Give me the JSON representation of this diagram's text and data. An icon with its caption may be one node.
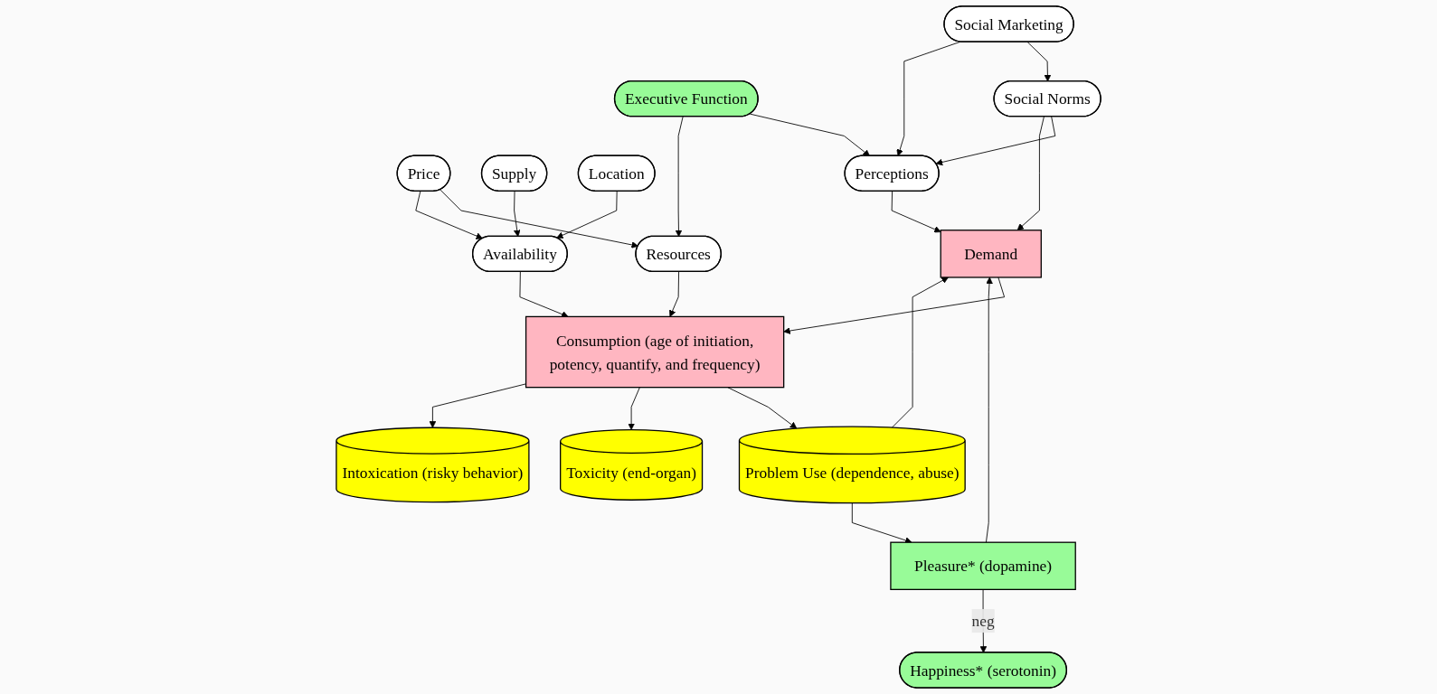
{
  "diagram": {
    "nodes": [
      {
        "text": [
          "Social Marketing"
        ]
      },
      {
        "text": [
          "Executive Function"
        ]
      },
      {
        "text": [
          "Price"
        ]
      },
      {
        "text": [
          "Supply"
        ]
      },
      {
        "text": [
          "Location"
        ]
      },
      {
        "text": [
          "Social Norms"
        ]
      },
      {
        "text": [
          "Perceptions"
        ]
      },
      {
        "text": [
          "Resources"
        ]
      },
      {
        "text": [
          "Availability"
        ]
      },
      {
        "text": [
          "Pleasure* (dopamine)"
        ]
      },
      {
        "text": [
          "Demand"
        ]
      },
      {
        "text": [
          "Consumption (age of initiation, potency, quantify, and frequency)"
        ]
      },
      {
        "text": [
          "Happiness* (serotonin)"
        ]
      },
      {
        "text": [
          "Problem Use (dependence, abuse)"
        ]
      },
      {
        "text": [
          "Toxicity (end-organ)"
        ]
      },
      {
        "text": [
          "Intoxication (risky behavior)"
        ]
      }
    ],
    "edges": [
      {
        "from": 0,
        "to": 5,
        "arrow": "to"
      },
      {
        "from": 0,
        "to": 6,
        "arrow": "to"
      },
      {
        "from": 1,
        "to": 6,
        "arrow": "to"
      },
      {
        "from": 1,
        "to": 7,
        "arrow": "to"
      },
      {
        "from": 2,
        "to": 7,
        "arrow": "to"
      },
      {
        "from": 2,
        "to": 8,
        "arrow": "to"
      },
      {
        "from": 3,
        "to": 8,
        "arrow": "to"
      },
      {
        "from": 4,
        "to": 8,
        "arrow": "to"
      },
      {
        "from": 5,
        "to": 6,
        "arrow": "to"
      },
      {
        "from": 5,
        "to": 10,
        "arrow": "to"
      },
      {
        "from": 6,
        "to": 10,
        "arrow": "to"
      },
      {
        "from": 7,
        "to": 11,
        "arrow": "to"
      },
      {
        "from": 8,
        "to": 11,
        "arrow": "to"
      },
      {
        "from": 9,
        "to": 10,
        "arrow": "to"
      },
      {
        "from": 10,
        "to": 11,
        "arrow": "to"
      },
      {
        "from": 9,
        "to": 12,
        "label": "neg",
        "arrow": "to"
      },
      {
        "from": 11,
        "to": 13,
        "arrow": "to"
      },
      {
        "from": 11,
        "to": 14,
        "arrow": "to"
      },
      {
        "from": 11,
        "to": 15,
        "arrow": "to"
      },
      {
        "from": 13,
        "to": 9,
        "arrow": "to"
      },
      {
        "from": 13,
        "to": 10,
        "arrow": "to"
      }
    ]
  }
}
